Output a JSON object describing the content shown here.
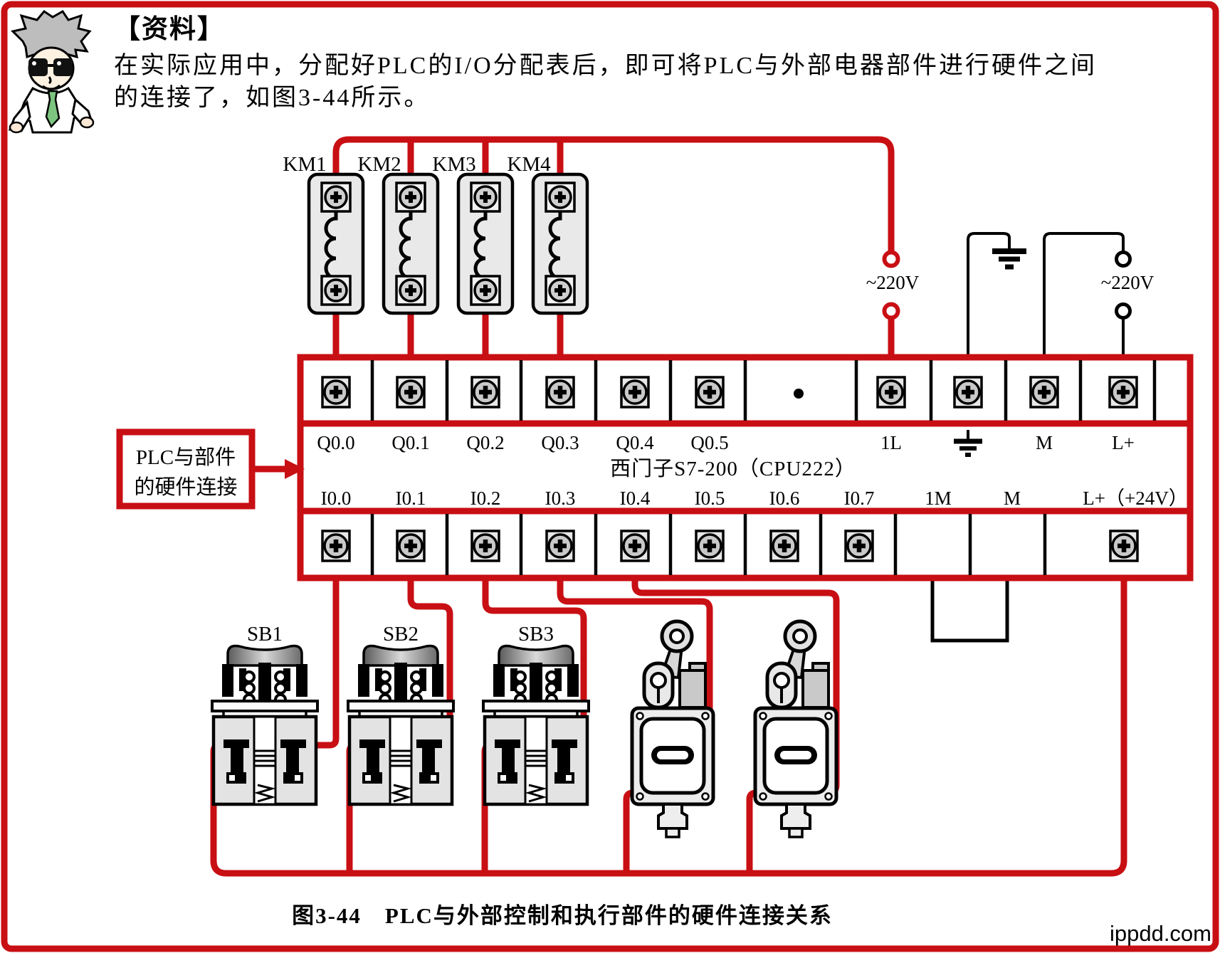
{
  "colors": {
    "wire_red": "#c80f14",
    "black": "#000000",
    "device_gray": "#e9e9e9",
    "watermark_red": "#d5404d",
    "tie_green": "#7cc47f"
  },
  "header": {
    "tag": "【资料】",
    "line1": "在实际应用中，分配好PLC的I/O分配表后，即可将PLC与外部电器部件进行硬件之间",
    "line2": "的连接了，如图3-44所示。"
  },
  "contactors": {
    "km1": "KM1",
    "km2": "KM2",
    "km3": "KM3",
    "km4": "KM4"
  },
  "supply": {
    "left_voltage": "~220V",
    "right_voltage": "~220V"
  },
  "plc": {
    "title": "西门子S7-200（CPU222）",
    "outputs": {
      "q0": "Q0.0",
      "q1": "Q0.1",
      "q2": "Q0.2",
      "q3": "Q0.3",
      "q4": "Q0.4",
      "q5": "Q0.5"
    },
    "power_top": {
      "l1": "1L",
      "m": "M",
      "lplus": "L+"
    },
    "inputs": {
      "i0": "I0.0",
      "i1": "I0.1",
      "i2": "I0.2",
      "i3": "I0.3",
      "i4": "I0.4",
      "i5": "I0.5",
      "i6": "I0.6",
      "i7": "I0.7"
    },
    "power_bottom": {
      "m1": "1M",
      "m": "M",
      "lplus24": "L+（+24V）"
    }
  },
  "callout": {
    "line1": "PLC与部件",
    "line2": "的硬件连接"
  },
  "buttons": {
    "sb1": "SB1",
    "sb2": "SB2",
    "sb3": "SB3"
  },
  "caption": "图3-44　PLC与外部控制和执行部件的硬件连接关系",
  "watermark": "ippdd.com"
}
